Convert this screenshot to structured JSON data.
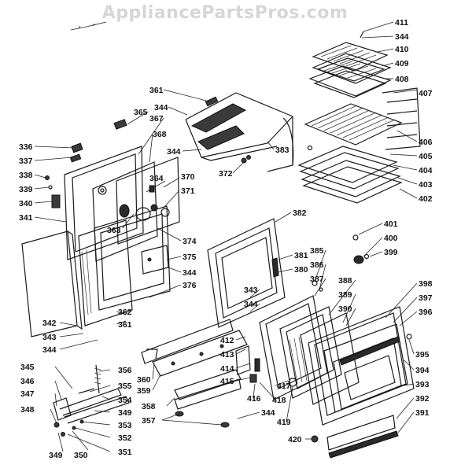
{
  "watermark": "AppliancePartsPros.com",
  "callouts": [
    {
      "id": "c411",
      "text": "411"
    },
    {
      "id": "c344a",
      "text": "344"
    },
    {
      "id": "c410",
      "text": "410"
    },
    {
      "id": "c409",
      "text": "409"
    },
    {
      "id": "c408",
      "text": "408"
    },
    {
      "id": "c407",
      "text": "407"
    },
    {
      "id": "c406",
      "text": "406"
    },
    {
      "id": "c405",
      "text": "405"
    },
    {
      "id": "c404",
      "text": "404"
    },
    {
      "id": "c403",
      "text": "403"
    },
    {
      "id": "c402",
      "text": "402"
    },
    {
      "id": "c361a",
      "text": "361"
    },
    {
      "id": "c365",
      "text": "365"
    },
    {
      "id": "c344b",
      "text": "344"
    },
    {
      "id": "c367",
      "text": "367"
    },
    {
      "id": "c368",
      "text": "368"
    },
    {
      "id": "c344c",
      "text": "344"
    },
    {
      "id": "c383",
      "text": "383"
    },
    {
      "id": "c372",
      "text": "372"
    },
    {
      "id": "c336",
      "text": "336"
    },
    {
      "id": "c337",
      "text": "337"
    },
    {
      "id": "c338",
      "text": "338"
    },
    {
      "id": "c339",
      "text": "339"
    },
    {
      "id": "c340",
      "text": "340"
    },
    {
      "id": "c341",
      "text": "341"
    },
    {
      "id": "c364",
      "text": "364"
    },
    {
      "id": "c370",
      "text": "370"
    },
    {
      "id": "c371",
      "text": "371"
    },
    {
      "id": "c363",
      "text": "363"
    },
    {
      "id": "c374",
      "text": "374"
    },
    {
      "id": "c375",
      "text": "375"
    },
    {
      "id": "c344d",
      "text": "344"
    },
    {
      "id": "c376",
      "text": "376"
    },
    {
      "id": "c382",
      "text": "382"
    },
    {
      "id": "c381",
      "text": "381"
    },
    {
      "id": "c380",
      "text": "380"
    },
    {
      "id": "c401",
      "text": "401"
    },
    {
      "id": "c400",
      "text": "400"
    },
    {
      "id": "c399",
      "text": "399"
    },
    {
      "id": "c385",
      "text": "385"
    },
    {
      "id": "c386",
      "text": "386"
    },
    {
      "id": "c387",
      "text": "387"
    },
    {
      "id": "c388",
      "text": "388"
    },
    {
      "id": "c389",
      "text": "389"
    },
    {
      "id": "c390",
      "text": "390"
    },
    {
      "id": "c398",
      "text": "398"
    },
    {
      "id": "c397",
      "text": "397"
    },
    {
      "id": "c396",
      "text": "396"
    },
    {
      "id": "c343a",
      "text": "343"
    },
    {
      "id": "c344e",
      "text": "344"
    },
    {
      "id": "c342",
      "text": "342"
    },
    {
      "id": "c343b",
      "text": "343"
    },
    {
      "id": "c344f",
      "text": "344"
    },
    {
      "id": "c362",
      "text": "362"
    },
    {
      "id": "c361b",
      "text": "361"
    },
    {
      "id": "c412",
      "text": "412"
    },
    {
      "id": "c413",
      "text": "413"
    },
    {
      "id": "c414",
      "text": "414"
    },
    {
      "id": "c415",
      "text": "415"
    },
    {
      "id": "c416",
      "text": "416"
    },
    {
      "id": "c417",
      "text": "417"
    },
    {
      "id": "c418",
      "text": "418"
    },
    {
      "id": "c419",
      "text": "419"
    },
    {
      "id": "c420",
      "text": "420"
    },
    {
      "id": "c395",
      "text": "395"
    },
    {
      "id": "c394",
      "text": "394"
    },
    {
      "id": "c393",
      "text": "393"
    },
    {
      "id": "c392",
      "text": "392"
    },
    {
      "id": "c391",
      "text": "391"
    },
    {
      "id": "c345",
      "text": "345"
    },
    {
      "id": "c346",
      "text": "346"
    },
    {
      "id": "c347",
      "text": "347"
    },
    {
      "id": "c348",
      "text": "348"
    },
    {
      "id": "c356",
      "text": "356"
    },
    {
      "id": "c355",
      "text": "355"
    },
    {
      "id": "c354",
      "text": "354"
    },
    {
      "id": "c349a",
      "text": "349"
    },
    {
      "id": "c353",
      "text": "353"
    },
    {
      "id": "c352",
      "text": "352"
    },
    {
      "id": "c351",
      "text": "351"
    },
    {
      "id": "c350",
      "text": "350"
    },
    {
      "id": "c349b",
      "text": "349"
    },
    {
      "id": "c360",
      "text": "360"
    },
    {
      "id": "c359",
      "text": "359"
    },
    {
      "id": "c358",
      "text": "358"
    },
    {
      "id": "c357",
      "text": "357"
    },
    {
      "id": "c344g",
      "text": "344"
    }
  ]
}
